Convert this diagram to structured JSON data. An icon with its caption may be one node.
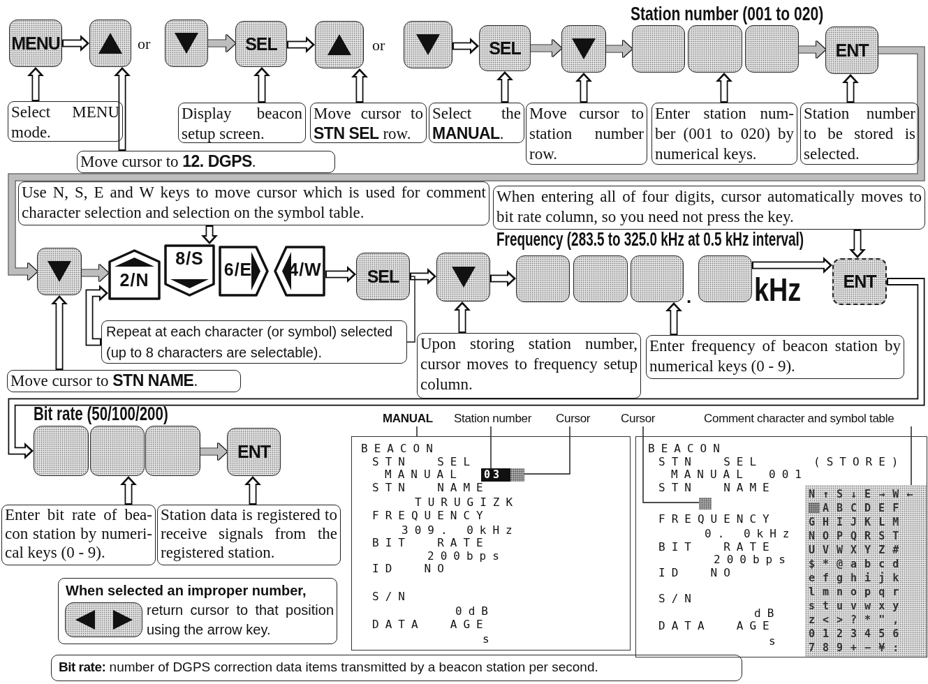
{
  "diagram": {
    "nodes": [
      {
        "text": [
          "MENU"
        ]
      },
      {
        "text": [],
        "shape": "box"
      },
      {
        "text": [],
        "shape": "box"
      },
      {
        "text": [
          "SEL"
        ]
      },
      {
        "text": [],
        "shape": "box"
      },
      {
        "text": [],
        "shape": "box"
      },
      {
        "text": [
          "SEL"
        ]
      },
      {
        "text": [],
        "shape": "box"
      },
      {
        "text": [],
        "shape": "box"
      },
      {
        "text": [],
        "shape": "box"
      },
      {
        "text": [],
        "shape": "box"
      },
      {
        "text": [
          "ENT"
        ]
      },
      {
        "text": [
          "Select MENU mode."
        ]
      },
      {
        "text": [
          "Display beacon setup screen."
        ]
      },
      {
        "text": [
          "Move cursor to **STN SEL** row."
        ]
      },
      {
        "text": [
          "Select the **MANUAL**."
        ]
      },
      {
        "text": [
          "Move cursor to station number row."
        ]
      },
      {
        "text": [
          "Enter station num- ber (001 to 020) by numerical keys."
        ]
      },
      {
        "text": [
          "Station number to be stored is selected."
        ]
      },
      {
        "text": [
          "Move cursor to **12. DGPS**."
        ]
      },
      {
        "text": [],
        "shape": "box"
      },
      {
        "text": [
          "2/N"
        ]
      },
      {
        "text": [
          "8/S"
        ]
      },
      {
        "text": [
          "6/E"
        ]
      },
      {
        "text": [
          "4/W"
        ]
      },
      {
        "text": [
          "SEL"
        ]
      },
      {
        "text": [],
        "shape": "box"
      },
      {
        "text": [],
        "shape": "box"
      },
      {
        "text": [],
        "shape": "box"
      },
      {
        "text": [],
        "shape": "box"
      },
      {
        "text": [],
        "shape": "box"
      },
      {
        "text": [
          "ENT"
        ]
      },
      {
        "text": [
          "Use N, S, E and W keys to move cursor which is used for comment character selection and selection on the symbol table."
        ]
      },
      {
        "text": [
          "When entering all of four digits, cursor automatically moves to bit rate column, so you need not press the key."
        ]
      },
      {
        "text": [
          "Repeat at each character (or symbol) selected (up to 8 characters are selectable)."
        ]
      },
      {
        "text": [
          "Upon storing station number, cursor moves to frequency setup column."
        ]
      },
      {
        "text": [
          "Enter frequency of beacon station by numerical keys (0 - 9)."
        ]
      },
      {
        "text": [
          "Move cursor to **STN NAME**."
        ]
      },
      {
        "text": [],
        "shape": "box"
      },
      {
        "text": [],
        "shape": "box"
      },
      {
        "text": [],
        "shape": "box"
      },
      {
        "text": [
          "ENT"
        ]
      },
      {
        "text": [
          "Enter bit rate of bea- con station by numeri- cal keys (0 - 9)."
        ]
      },
      {
        "text": [
          "Station data is registered to receive signals from the registered station."
        ]
      },
      {
        "text": [
          "When selected an improper number,",
          "return cursor to that position using the arrow key."
        ]
      },
      {
        "text": [],
        "shape": "box",
        "in": 44
      },
      {
        "text": [
          "MANUAL"
        ]
      },
      {
        "text": [
          "Station number"
        ]
      },
      {
        "text": [
          "Cursor"
        ]
      },
      {
        "text": [
          "Cursor"
        ]
      },
      {
        "text": [
          "Comment character and symbol table"
        ]
      },
      {
        "text": [
          "BEACON",
          "STN  SEL",
          "MANUAL",
          "STN  NAME",
          "TURUGIZK",
          "FREQUENCY",
          "309. 0kHz",
          "BIT  RATE",
          "200bps",
          "ID  NO",
          "S/N",
          "0dB",
          "DATA  AGE",
          "s"
        ]
      },
      {
        "text": [
          "03"
        ],
        "in": 51
      },
      {
        "text": [],
        "shape": "box",
        "in": 51
      },
      {
        "text": [
          "BEACON",
          "STN  SEL",
          "(STORE)",
          "MANUAL",
          "001",
          "STN  NAME",
          "FREQUENCY",
          "0. 0kHz",
          "BIT  RATE",
          "200bps",
          "ID  NO",
          "S/N",
          "dB",
          "DATA  AGE",
          "s"
        ]
      },
      {
        "text": [],
        "shape": "box",
        "in": 54
      },
      {
        "in": 54,
        "text": [
          "N↑S↓E→W←",
          "ABCDEF",
          "GHIJKLM",
          "NOPQRST",
          "UVWXYZ#",
          "$*@abcd",
          "efghijk",
          "lmnopqr",
          "stuvwxy",
          "z<>?*\",",
          "0123456",
          "789+−¥:"
        ]
      },
      {
        "text": [
          "**Bit rate:** number of DGPS correction data items transmitted by a beacon station per second."
        ]
      }
    ],
    "edges": [
      {
        "from": 0,
        "to": 1,
        "arrow": "to"
      },
      {
        "from": 2,
        "to": 3,
        "arrow": "to",
        "color": "#bdbdbd"
      },
      {
        "from": 3,
        "to": 4,
        "arrow": "to"
      },
      {
        "from": 5,
        "to": 6,
        "arrow": "to"
      },
      {
        "from": 6,
        "to": 7,
        "arrow": "to",
        "color": "#bdbdbd"
      },
      {
        "from": 7,
        "to": 8,
        "arrow": "to",
        "color": "#bdbdbd"
      },
      {
        "from": 10,
        "to": 11,
        "arrow": "to",
        "color": "#bdbdbd"
      },
      {
        "from": 11,
        "to": 20,
        "arrow": "to",
        "color": "#bdbdbd"
      },
      {
        "from": 12,
        "to": 0,
        "arrow": "to"
      },
      {
        "from": 13,
        "to": 3,
        "arrow": "to"
      },
      {
        "from": 14,
        "to": 4,
        "arrow": "to"
      },
      {
        "from": 15,
        "to": 6,
        "arrow": "to"
      },
      {
        "from": 16,
        "to": 7,
        "arrow": "to"
      },
      {
        "from": 17,
        "to": 9,
        "arrow": "to"
      },
      {
        "from": 18,
        "to": 11,
        "arrow": "to"
      },
      {
        "from": 19,
        "to": 1,
        "arrow": "to"
      },
      {
        "from": 20,
        "to": 21,
        "arrow": "to",
        "color": "#bdbdbd"
      },
      {
        "from": 24,
        "to": 25,
        "arrow": "to"
      },
      {
        "from": 25,
        "to": 26,
        "arrow": "to"
      },
      {
        "from": 26,
        "to": 27,
        "arrow": "to"
      },
      {
        "from": 30,
        "to": 31,
        "arrow": "to"
      },
      {
        "from": 31,
        "to": 38,
        "arrow": "to"
      },
      {
        "from": 32,
        "to": 22,
        "arrow": "to"
      },
      {
        "from": 33,
        "to": 31,
        "arrow": "to"
      },
      {
        "from": 34,
        "to": 21,
        "arrow": "to"
      },
      {
        "from": 25,
        "to": 34,
        "arrow": "none"
      },
      {
        "from": 35,
        "to": 26,
        "arrow": "to"
      },
      {
        "from": 36,
        "to": 29,
        "arrow": "to"
      },
      {
        "from": 37,
        "to": 20,
        "arrow": "to"
      },
      {
        "from": 40,
        "to": 41,
        "arrow": "to",
        "color": "#bdbdbd"
      },
      {
        "from": 42,
        "to": 39,
        "arrow": "to"
      },
      {
        "from": 43,
        "to": 41,
        "arrow": "to"
      },
      {
        "from": 46,
        "to": 51,
        "arrow": "none"
      },
      {
        "from": 47,
        "to": 52,
        "arrow": "none"
      },
      {
        "from": 48,
        "to": 53,
        "arrow": "none"
      },
      {
        "from": 49,
        "to": 55,
        "arrow": "none"
      },
      {
        "from": 50,
        "to": 56,
        "arrow": "none"
      }
    ],
    "labels": [
      "Station number (001 to 020)",
      "or",
      "or",
      "Frequency (283.5 to 325.0 kHz at 0.5 kHz interval)",
      ".",
      "kHz",
      "Bit rate (50/100/200)"
    ]
  }
}
